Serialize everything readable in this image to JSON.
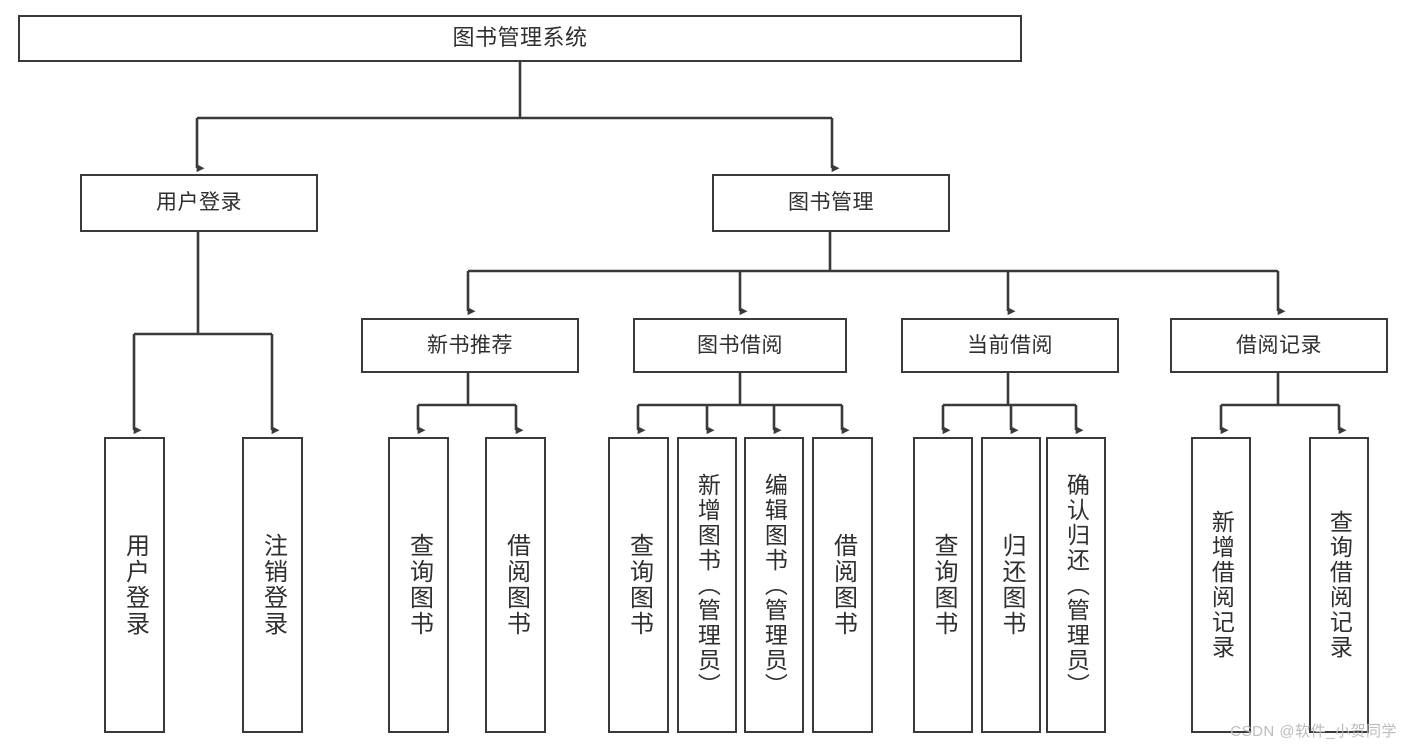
{
  "diagram": {
    "title": "图书管理系统",
    "type": "tree",
    "orientation": "top-down",
    "colors": {
      "node_border": "#3a3a3a",
      "node_fill": "#ffffff",
      "edge": "#3a3a3a",
      "text": "#2f2f2f",
      "background": "#ffffff",
      "watermark": "#b9bcc0"
    },
    "root": {
      "id": "root",
      "label": "图书管理系统",
      "orientation": "horizontal"
    },
    "level2": [
      {
        "id": "user-login",
        "label": "用户登录",
        "orientation": "horizontal",
        "children": [
          {
            "id": "user-login-do",
            "label": "用户登录",
            "orientation": "vertical"
          },
          {
            "id": "user-logout",
            "label": "注销登录",
            "orientation": "vertical"
          }
        ]
      },
      {
        "id": "book-manage",
        "label": "图书管理",
        "orientation": "horizontal",
        "children": [
          {
            "id": "new-book-recommend",
            "label": "新书推荐",
            "orientation": "horizontal",
            "children": [
              {
                "id": "query-book-1",
                "label": "查询图书",
                "orientation": "vertical"
              },
              {
                "id": "borrow-book-1",
                "label": "借阅图书",
                "orientation": "vertical"
              }
            ]
          },
          {
            "id": "book-borrow",
            "label": "图书借阅",
            "orientation": "horizontal",
            "children": [
              {
                "id": "query-book-2",
                "label": "查询图书",
                "orientation": "vertical"
              },
              {
                "id": "add-book-admin",
                "label": "新增图书（管理员）",
                "orientation": "vertical"
              },
              {
                "id": "edit-book-admin",
                "label": "编辑图书（管理员）",
                "orientation": "vertical"
              },
              {
                "id": "borrow-book-2",
                "label": "借阅图书",
                "orientation": "vertical"
              }
            ]
          },
          {
            "id": "current-borrow",
            "label": "当前借阅",
            "orientation": "horizontal",
            "children": [
              {
                "id": "query-book-3",
                "label": "查询图书",
                "orientation": "vertical"
              },
              {
                "id": "return-book",
                "label": "归还图书",
                "orientation": "vertical"
              },
              {
                "id": "confirm-return-admin",
                "label": "确认归还（管理员）",
                "orientation": "vertical"
              }
            ]
          },
          {
            "id": "borrow-record",
            "label": "借阅记录",
            "orientation": "horizontal",
            "children": [
              {
                "id": "add-borrow-record",
                "label": "新增借阅记录",
                "orientation": "vertical"
              },
              {
                "id": "query-borrow-record",
                "label": "查询借阅记录",
                "orientation": "vertical"
              }
            ]
          }
        ]
      }
    ]
  },
  "watermark": {
    "text": "CSDN @软件_小贺同学"
  }
}
